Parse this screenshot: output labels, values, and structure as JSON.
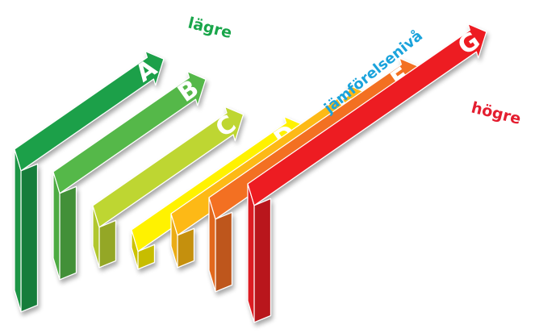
{
  "labels": {
    "low": "lägre",
    "level": "jämförelsenivå",
    "high": "högre"
  },
  "label_colors": {
    "low": "#1aa64b",
    "level": "#1aa3dc",
    "high": "#e41e30"
  },
  "bars": [
    {
      "letter": "A",
      "color": "#1fa04a"
    },
    {
      "letter": "B",
      "color": "#54b848"
    },
    {
      "letter": "C",
      "color": "#bed631"
    },
    {
      "letter": "D",
      "color": "#fff200"
    },
    {
      "letter": "E",
      "color": "#fdb913"
    },
    {
      "letter": "F",
      "color": "#f37021"
    },
    {
      "letter": "G",
      "color": "#ed1c24"
    }
  ]
}
